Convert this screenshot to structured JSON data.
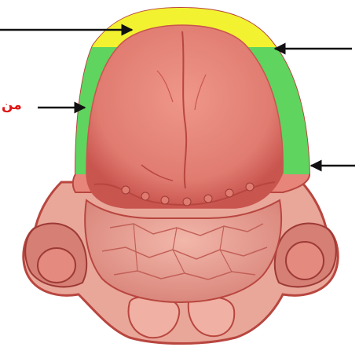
{
  "diagram": {
    "subject": "tongue-taste-zones",
    "colors": {
      "background": "#ffffff",
      "tip_zone": "#f2f230",
      "side_zone": "#5fd45f",
      "tongue": "#e8857a",
      "tongue_dark": "#c9554f",
      "tissue": "#e9a79a",
      "tissue_dark": "#b8463f",
      "arrow": "#111111",
      "label_red": "#e01515"
    },
    "labels": [
      {
        "id": "side-label-left",
        "text": "من",
        "color": "#e01515"
      }
    ],
    "arrow_count": 4
  }
}
